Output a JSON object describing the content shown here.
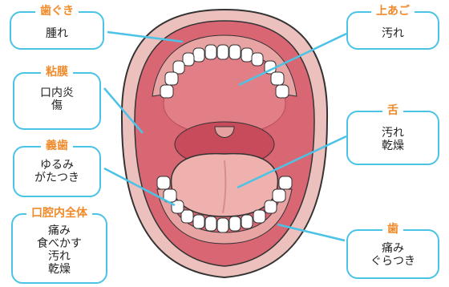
{
  "colors": {
    "accent": "#4bc3e6",
    "label": "#f08a2a",
    "gum": "#e8a3a3",
    "palate": "#e27e86",
    "tongue": "#efb1ad"
  },
  "labels": {
    "gums": {
      "title": "歯ぐき",
      "lines": [
        "腫れ"
      ]
    },
    "mucosa": {
      "title": "粘膜",
      "lines": [
        "口内炎",
        "傷"
      ]
    },
    "denture": {
      "title": "義歯",
      "lines": [
        "ゆるみ",
        "がたつき"
      ]
    },
    "whole": {
      "title": "口腔内全体",
      "lines": [
        "痛み",
        "食べかす",
        "汚れ",
        "乾燥"
      ]
    },
    "palate": {
      "title": "上あご",
      "lines": [
        "汚れ"
      ]
    },
    "tongue": {
      "title": "舌",
      "lines": [
        "汚れ",
        "乾燥"
      ]
    },
    "teeth": {
      "title": "歯",
      "lines": [
        "痛み",
        "ぐらつき"
      ]
    }
  }
}
